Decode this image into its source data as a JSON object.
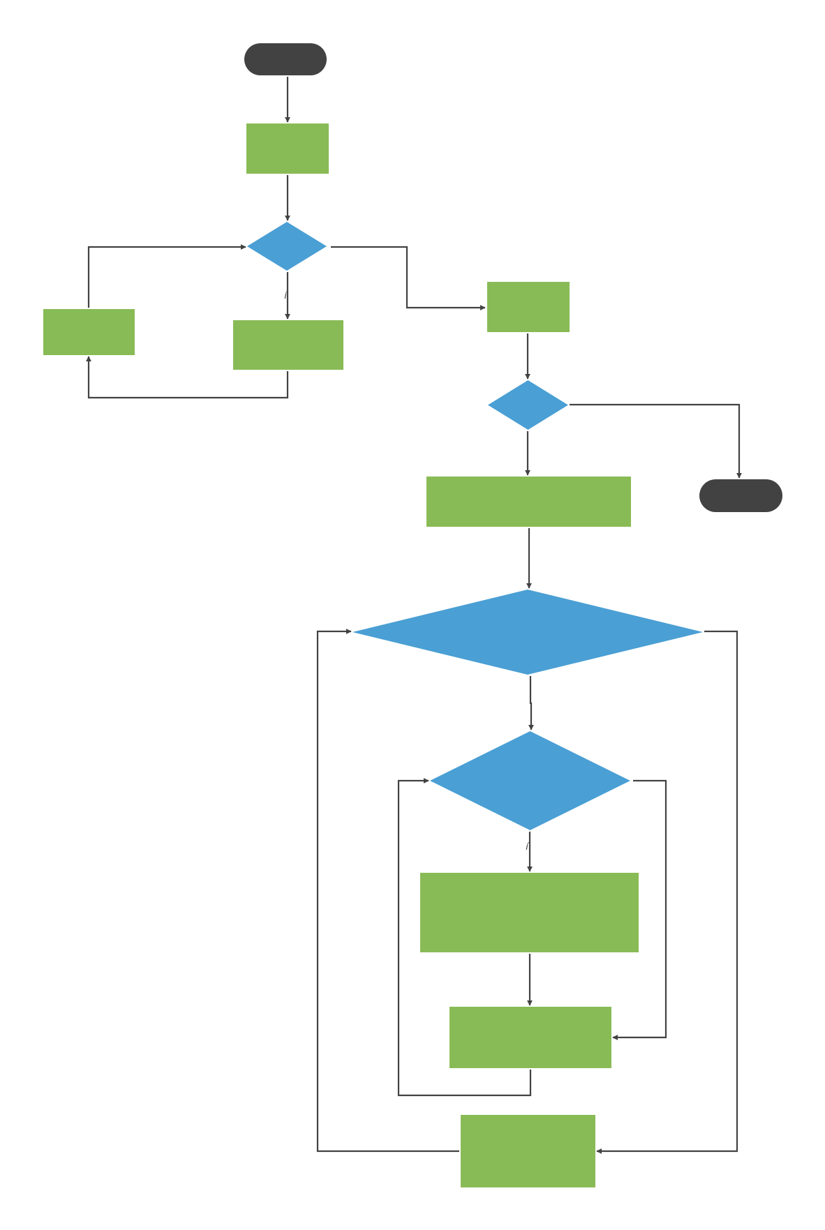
{
  "colors": {
    "terminal": "#424242",
    "process": "#88bb55",
    "decision": "#4a9fd4",
    "connector": "#424242",
    "background": "#ffffff"
  },
  "nodes": [
    {
      "id": "start",
      "shape": "terminal",
      "label": ""
    },
    {
      "id": "step-1",
      "shape": "process",
      "label": ""
    },
    {
      "id": "decision-1",
      "shape": "decision",
      "label": ""
    },
    {
      "id": "step-2",
      "shape": "process",
      "label": ""
    },
    {
      "id": "step-3",
      "shape": "process",
      "label": ""
    },
    {
      "id": "step-4",
      "shape": "process",
      "label": ""
    },
    {
      "id": "decision-2",
      "shape": "decision",
      "label": ""
    },
    {
      "id": "end",
      "shape": "terminal",
      "label": ""
    },
    {
      "id": "step-5",
      "shape": "process",
      "label": ""
    },
    {
      "id": "decision-3",
      "shape": "decision",
      "label": ""
    },
    {
      "id": "decision-4",
      "shape": "decision",
      "label": ""
    },
    {
      "id": "step-6",
      "shape": "process",
      "label": ""
    },
    {
      "id": "step-7",
      "shape": "process",
      "label": ""
    },
    {
      "id": "step-8",
      "shape": "process",
      "label": ""
    }
  ],
  "edges": [
    {
      "from": "start",
      "to": "step-1",
      "label": ""
    },
    {
      "from": "step-1",
      "to": "decision-1",
      "label": ""
    },
    {
      "from": "decision-1",
      "to": "step-3",
      "label": "í"
    },
    {
      "from": "step-3",
      "to": "step-2",
      "label": ""
    },
    {
      "from": "step-2",
      "to": "decision-1",
      "label": ""
    },
    {
      "from": "decision-1",
      "to": "step-4",
      "label": ""
    },
    {
      "from": "step-4",
      "to": "decision-2",
      "label": ""
    },
    {
      "from": "decision-2",
      "to": "step-5",
      "label": ""
    },
    {
      "from": "decision-2",
      "to": "end",
      "label": ""
    },
    {
      "from": "step-5",
      "to": "decision-3",
      "label": ""
    },
    {
      "from": "decision-3",
      "to": "decision-4",
      "label": ""
    },
    {
      "from": "decision-4",
      "to": "step-6",
      "label": "í"
    },
    {
      "from": "step-6",
      "to": "step-7",
      "label": ""
    },
    {
      "from": "decision-4",
      "to": "step-7",
      "label": ""
    },
    {
      "from": "step-7",
      "to": "decision-4",
      "label": ""
    },
    {
      "from": "decision-3",
      "to": "step-8",
      "label": ""
    },
    {
      "from": "step-8",
      "to": "decision-3",
      "label": ""
    }
  ]
}
